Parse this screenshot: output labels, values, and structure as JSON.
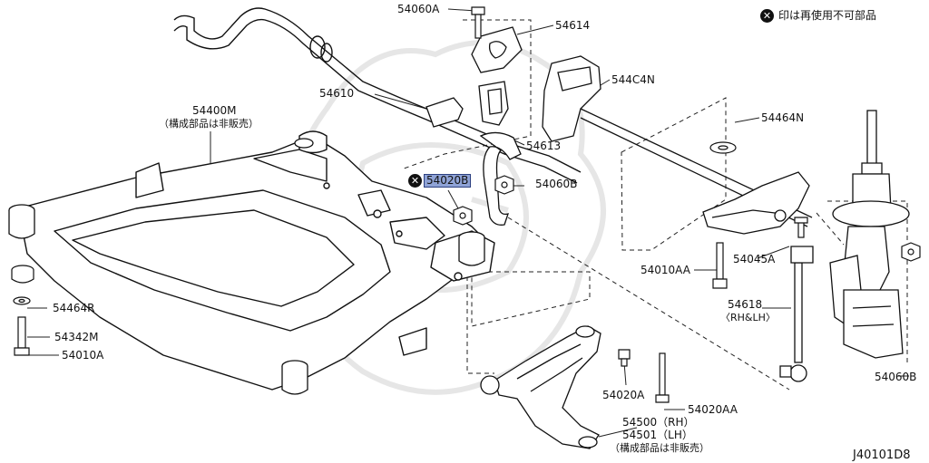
{
  "legend": {
    "mark": "✕",
    "text": "印は再使用不可部品"
  },
  "diagram_code": "J40101D8",
  "labels": {
    "p54060A": "54060A",
    "p54614": "54614",
    "p544C4N": "544C4N",
    "p54400M": "54400M",
    "p54400M_note": "（構成部品は非販売）",
    "p54610": "54610",
    "p54613": "54613",
    "p54464N": "54464N",
    "p54020B": "54020B",
    "p54060B_top": "54060B",
    "p54464R": "54464R",
    "p54342M": "54342M",
    "p54010A": "54010A",
    "p54010AA": "54010AA",
    "p54045A": "54045A",
    "p54618": "54618",
    "p54618_note": "〈RH&LH〉",
    "p54060B_right": "54060B",
    "p54020A": "54020A",
    "p54020AA": "54020AA",
    "p54500": "54500（RH）",
    "p54501": "54501（LH）",
    "p54501_note": "（構成部品は非販売）"
  }
}
